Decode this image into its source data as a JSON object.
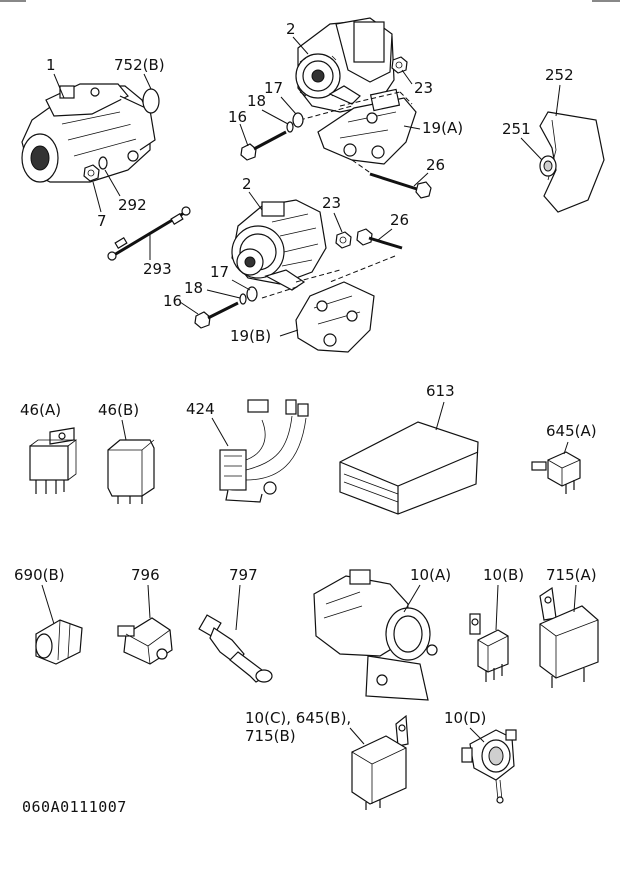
{
  "labels": {
    "starter": "1",
    "alt_a": "2",
    "alt_b": "2",
    "oring": "752(B)",
    "nut_starter": "7",
    "washer_starter": "292",
    "cable": "293",
    "bolt_a": "16",
    "bolt_b": "16",
    "lockwasher_a": "18",
    "lockwasher_b": "18",
    "washer_a": "17",
    "washer_b": "17",
    "nut_a": "23",
    "nut_b": "23",
    "bracket_a": "19(A)",
    "bracket_b": "19(B)",
    "longbolt_a": "26",
    "longbolt_b": "26",
    "cover": "252",
    "cover_part": "251",
    "relay_46a": "46(A)",
    "relay_46b": "46(B)",
    "harness": "424",
    "controller": "613",
    "relay_645a": "645(A)",
    "connector": "690(B)",
    "sensor_796": "796",
    "sensor_797": "797",
    "relay_10a": "10(A)",
    "relay_10b": "10(B)",
    "relay_715a": "715(A)",
    "relay_group_line1": "10(C), 645(B),",
    "relay_group_line2": "715(B)",
    "relay_10d": "10(D)"
  },
  "footer": {
    "diagram_code": "060A0111007"
  }
}
